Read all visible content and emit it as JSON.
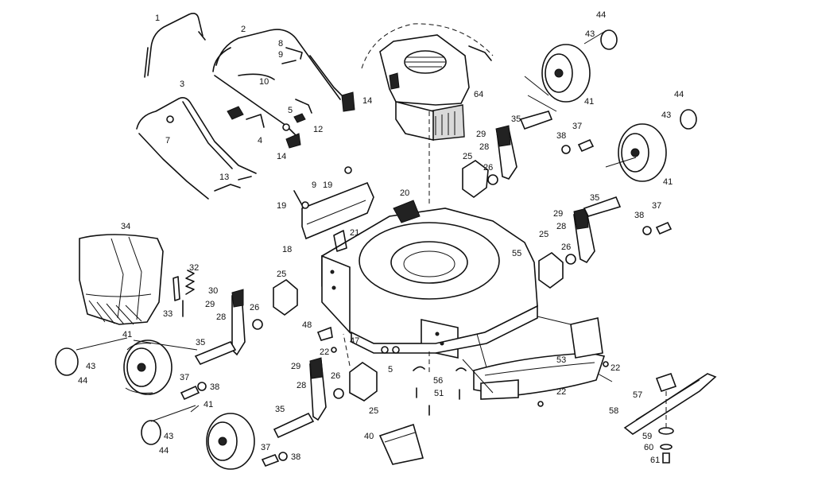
{
  "labels": {
    "1": "1",
    "2": "2",
    "3": "3",
    "4": "4",
    "5": "5",
    "7": "7",
    "8": "8",
    "9": "9",
    "10": "10",
    "12": "12",
    "13": "13",
    "14": "14",
    "18": "18",
    "19": "19",
    "20": "20",
    "21": "21",
    "22": "22",
    "25": "25",
    "26": "26",
    "28": "28",
    "29": "29",
    "30": "30",
    "32": "32",
    "33": "33",
    "34": "34",
    "35": "35",
    "37": "37",
    "38": "38",
    "40": "40",
    "41": "41",
    "43": "43",
    "44": "44",
    "47": "47",
    "48": "48",
    "51": "51",
    "53": "53",
    "55": "55",
    "56": "56",
    "57": "57",
    "58": "58",
    "59": "59",
    "60": "60",
    "61": "61",
    "64": "64"
  }
}
